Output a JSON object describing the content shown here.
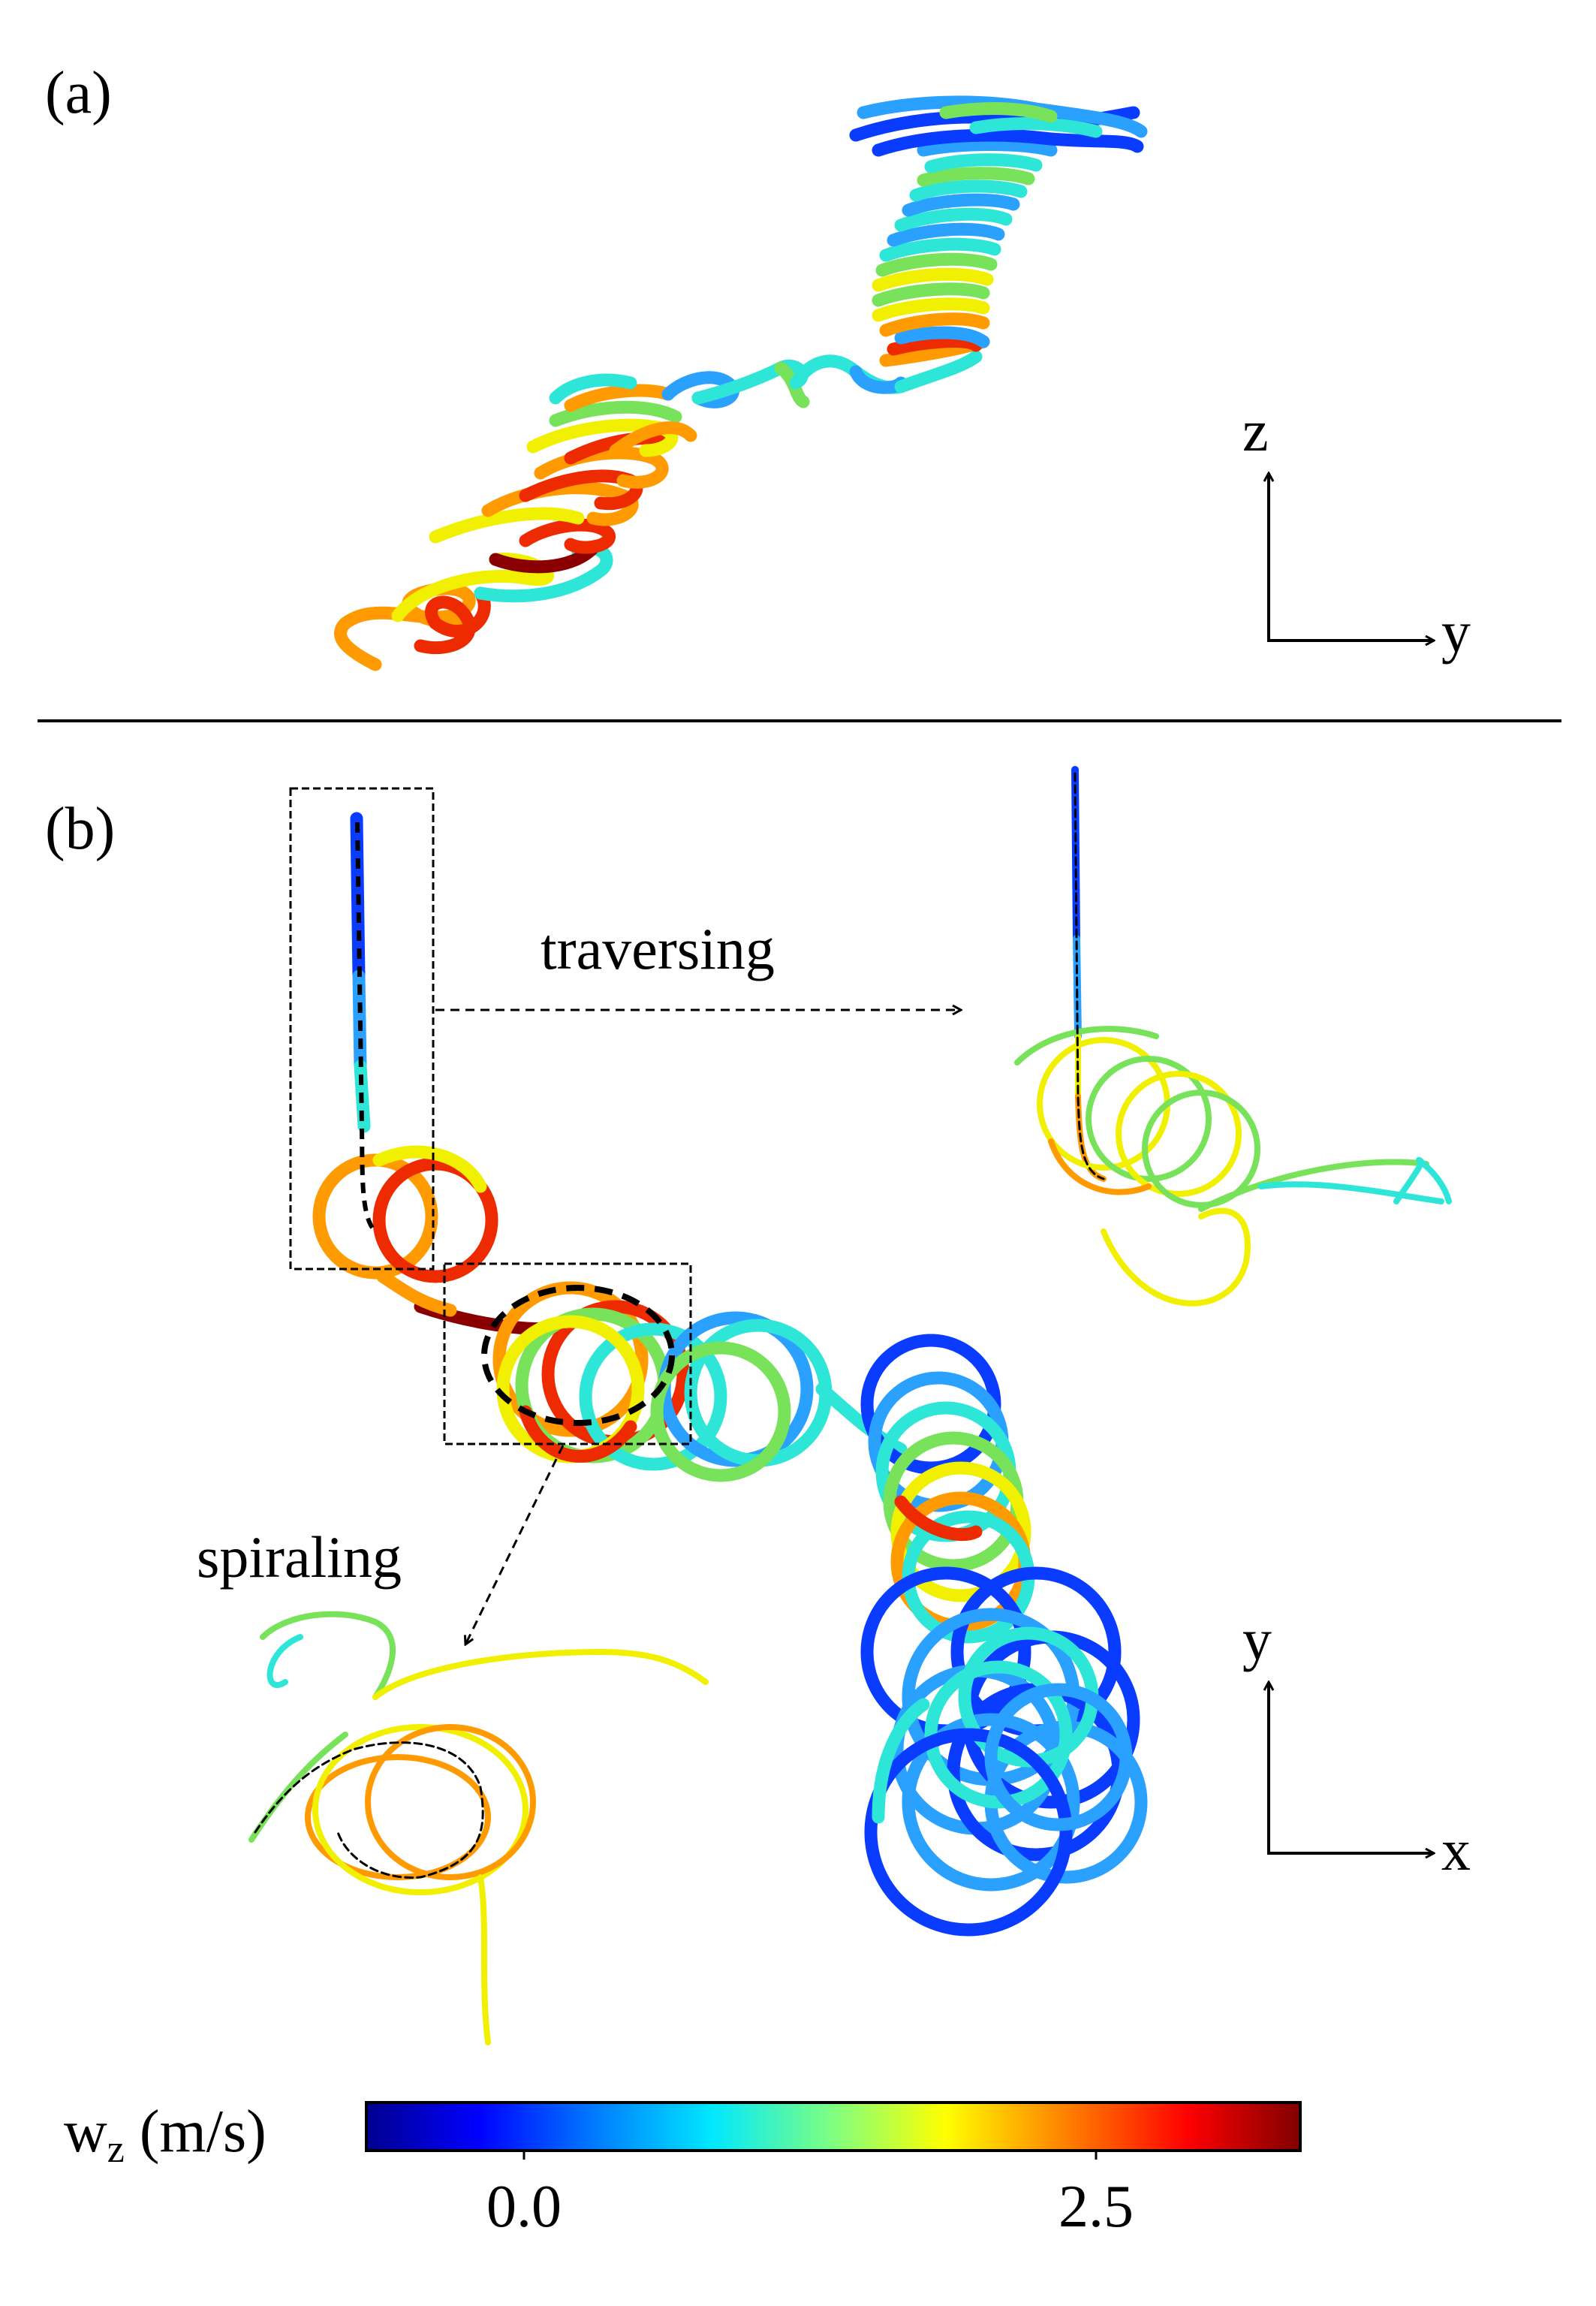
{
  "panels": {
    "a": {
      "label": "(a)",
      "axes": {
        "vertical": "z",
        "horizontal": "y"
      }
    },
    "b": {
      "label": "(b)",
      "axes": {
        "vertical": "y",
        "horizontal": "x"
      }
    }
  },
  "annotations": {
    "traversing": "traversing",
    "spiraling": "spiraling"
  },
  "colorbar": {
    "label_main": "w",
    "label_sub": "z",
    "label_unit": " (m/s)",
    "ticks": [
      "0.0",
      "2.5"
    ],
    "colormap": "jet"
  },
  "colors": {
    "dark_blue": "#00008f",
    "blue": "#0a3cff",
    "sky": "#2aa0ff",
    "cyan": "#2ee6d8",
    "green": "#78e35a",
    "yellow": "#f0f000",
    "orange": "#ff9a00",
    "red": "#ee2a00",
    "dark_red": "#8a0000"
  }
}
